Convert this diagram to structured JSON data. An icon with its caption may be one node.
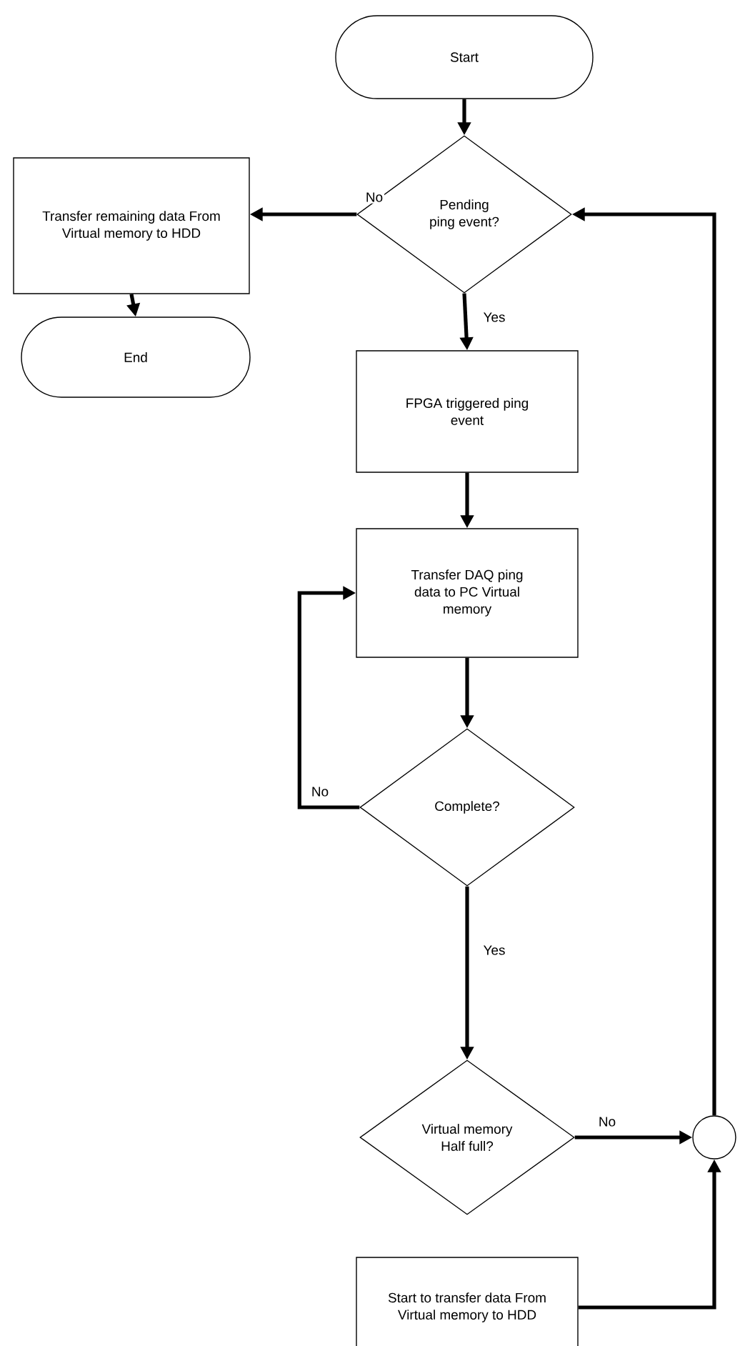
{
  "diagram": {
    "nodes": [
      {
        "text": [
          "Start"
        ]
      },
      {
        "text": [
          "Pending ping event?"
        ]
      },
      {
        "text": [
          "Transfer remaining data From Virtual memory to HDD"
        ]
      },
      {
        "text": [
          "End"
        ]
      },
      {
        "text": [
          "FPGA triggered ping event"
        ]
      },
      {
        "text": [
          "Transfer DAQ ping data to PC Virtual memory"
        ]
      },
      {
        "text": [
          "Complete?"
        ]
      },
      {
        "text": [
          "Virtual memory Half full?"
        ]
      },
      {
        "text": [],
        "shape": "circle"
      },
      {
        "text": [
          "Start to transfer data From Virtual memory to HDD"
        ]
      }
    ],
    "edges": [
      {
        "from": 0,
        "to": 1,
        "arrow": "to"
      },
      {
        "from": 1,
        "to": 2,
        "arrow": "to",
        "label": "No"
      },
      {
        "from": 1,
        "to": 4,
        "arrow": "to",
        "label": "Yes"
      },
      {
        "from": 2,
        "to": 3,
        "arrow": "to"
      },
      {
        "from": 4,
        "to": 5,
        "arrow": "to"
      },
      {
        "from": 5,
        "to": 6,
        "arrow": "to"
      },
      {
        "from": 6,
        "to": 5,
        "arrow": "to",
        "label": "No"
      },
      {
        "from": 6,
        "to": 7,
        "arrow": "to",
        "label": "Yes"
      },
      {
        "from": 7,
        "to": 8,
        "arrow": "to",
        "label": "No"
      },
      {
        "from": 9,
        "to": 8,
        "arrow": "to"
      },
      {
        "from": 8,
        "to": 1,
        "arrow": "to"
      }
    ]
  }
}
